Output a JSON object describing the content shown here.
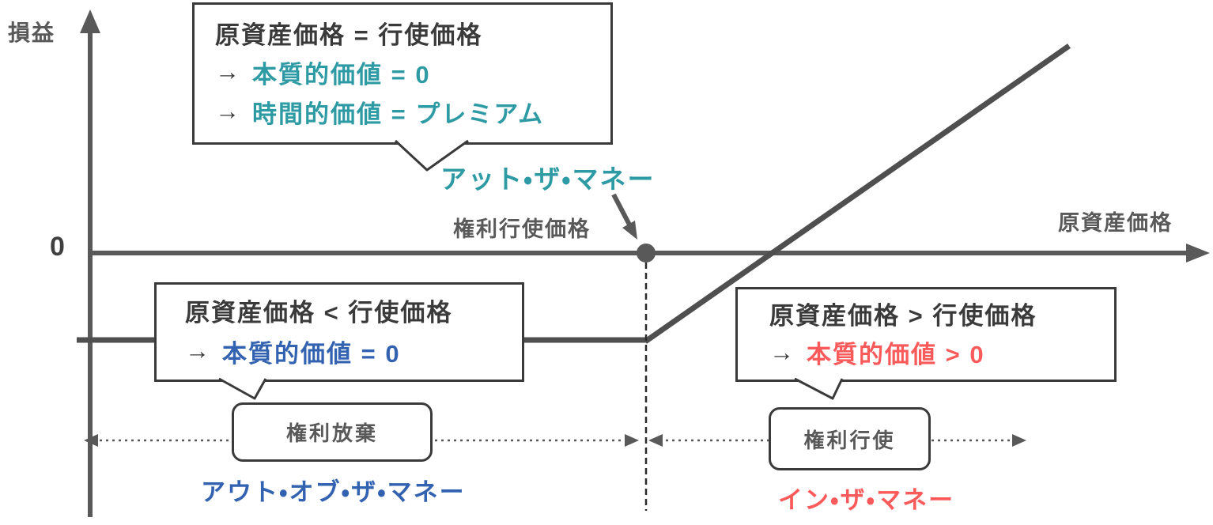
{
  "axis": {
    "y_label": "損益",
    "x_label": "原資産価格",
    "zero_label": "0"
  },
  "strike_label": "権利行使価格",
  "glyphs": {
    "arrow": "→"
  },
  "atm": {
    "box_line1": "原資産価格 = 行使価格",
    "box_line2": "本質的価値 = 0",
    "box_line3": "時間的価値 = プレミアム",
    "label": "アット・ザ・マネー"
  },
  "otm": {
    "box_line1": "原資産価格 < 行使価格",
    "box_line2": "本質的価値 = 0",
    "action": "権利放棄",
    "label": "アウト・オブ・ザ・マネー"
  },
  "itm": {
    "box_line1": "原資産価格 > 行使価格",
    "box_line2": "本質的価値 > 0",
    "action": "権利行使",
    "label": "イン・ザ・マネー"
  },
  "colors": {
    "teal": "#2e9ba4",
    "blue": "#3363b0",
    "red": "#fb5a5a",
    "dark": "#3a3a3a",
    "gray": "#595959"
  }
}
